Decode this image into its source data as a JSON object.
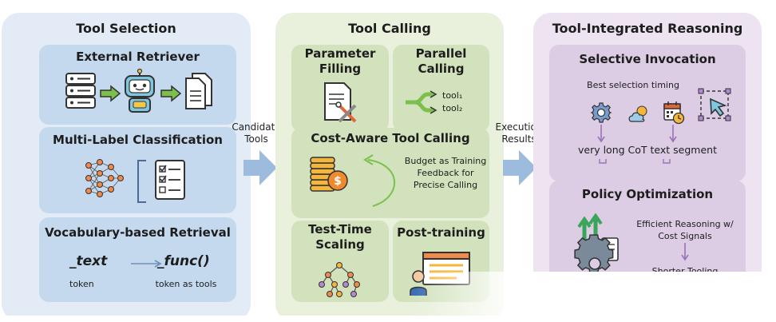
{
  "panels": {
    "selection": {
      "title": "Tool Selection",
      "external": {
        "title": "External Retriever"
      },
      "multilabel": {
        "title": "Multi-Label Classification"
      },
      "vocab": {
        "title": "Vocabulary-based Retrieval",
        "text_token": "_text",
        "func_token": "_func()",
        "token_label": "token",
        "token_tools_label": "token as tools"
      }
    },
    "calling": {
      "title": "Tool Calling",
      "param": {
        "title": "Parameter Filling"
      },
      "parallel": {
        "title": "Parallel Calling",
        "tool1": "tool₁",
        "tool2": "tool₂"
      },
      "cost": {
        "title": "Cost-Aware Tool Calling",
        "caption": "Budget as Training Feedback for Precise Calling"
      },
      "testtime": {
        "title": "Test-Time Scaling"
      },
      "posttrain": {
        "title": "Post-training"
      }
    },
    "reasoning": {
      "title": "Tool-Integrated Reasoning",
      "selective": {
        "title": "Selective Invocation",
        "timing": "Best selection timing",
        "segment": "very long CoT text segment"
      },
      "policy": {
        "title": "Policy Optimization",
        "efficient": "Efficient Reasoning w/ Cost Signals",
        "shorter": "Shorter Tooling"
      }
    }
  },
  "arrows": {
    "candidate": "Candidate Tools",
    "execution": "Execution Results"
  },
  "colors": {
    "blue_panel": "#e3ecf6",
    "blue_box": "#c5d9ee",
    "green_panel": "#e9f0dc",
    "green_box": "#d2e2bd",
    "purple_panel": "#eee3f1",
    "purple_box": "#dccde4",
    "arrow": "#9dbbdc"
  }
}
